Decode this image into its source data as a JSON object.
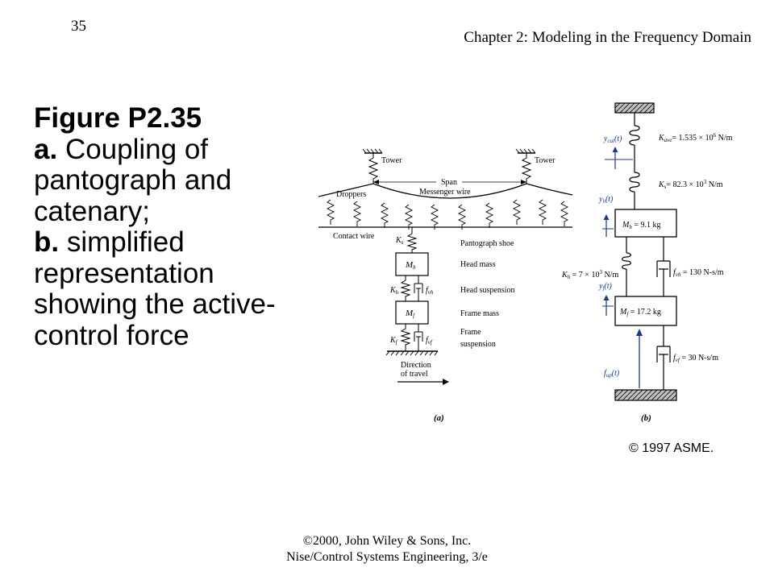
{
  "header": {
    "page_number": "35",
    "chapter": "Chapter 2: Modeling in the Frequency Domain"
  },
  "caption": {
    "title": "Figure P2.35",
    "part_a_label": "a.",
    "part_a_text": "Coupling of pantograph and catenary;",
    "part_b_label": "b.",
    "part_b_text": "simplified representation showing the active-control force"
  },
  "figure_a": {
    "tower_left": "Tower",
    "tower_right": "Tower",
    "span": "Span",
    "messenger_wire": "Messenger wire",
    "droppers": "Droppers",
    "contact_wire": "Contact wire",
    "ks": "K",
    "ks_sub": "s",
    "mh": "M",
    "mh_sub": "h",
    "kh": "K",
    "kh_sub": "h",
    "fvh": "f",
    "fvh_sub": "vh",
    "mf": "M",
    "mf_sub": "f",
    "kf": "K",
    "kf_sub": "f",
    "fvf": "f",
    "fvf_sub": "vf",
    "pantograph_shoe": "Pantograph shoe",
    "head_mass": "Head mass",
    "head_suspension": "Head suspension",
    "frame_mass": "Frame mass",
    "frame_suspension_1": "Frame",
    "frame_suspension_2": "suspension",
    "direction_1": "Direction",
    "direction_2": "of travel",
    "label": "(a)"
  },
  "figure_b": {
    "kave": "K",
    "kave_sub": "ave",
    "kave_value": "= 1.535 × 10",
    "kave_exp": "6",
    "kave_unit": " N/m",
    "ks": "K",
    "ks_sub": "s",
    "ks_value": "= 82.3 × 10",
    "ks_exp": "3",
    "ks_unit": " N/m",
    "mh": "M",
    "mh_sub": "h",
    "mh_value": " = 9.1 kg",
    "kh": "K",
    "kh_sub": "h",
    "kh_value": " = 7 × 10",
    "kh_exp": "3",
    "kh_unit": " N/m",
    "fvh": "f",
    "fvh_sub": "vh",
    "fvh_value": " = 130 N-s/m",
    "mf": "M",
    "mf_sub": "f",
    "mf_value": " = 17.2 kg",
    "fvf": "f",
    "fvf_sub": "vf",
    "fvf_value": " = 30 N-s/m",
    "ycat": "y",
    "ycat_sub": "cat",
    "ycat_arg": "(t)",
    "yh": "y",
    "yh_sub": "h",
    "yh_arg": "(t)",
    "yf": "y",
    "yf_sub": "f",
    "yf_arg": "(t)",
    "fup": "f",
    "fup_sub": "up",
    "fup_arg": "(t)",
    "label": "(b)"
  },
  "copyright": "© 1997 ASME.",
  "footer": {
    "line1": "©2000, John Wiley & Sons, Inc.",
    "line2": "Nise/Control Systems Engineering, 3/e"
  },
  "colors": {
    "arrow_blue": "#1a3a8c",
    "ink": "#000000",
    "ground_fill": "#bfbfbf"
  }
}
